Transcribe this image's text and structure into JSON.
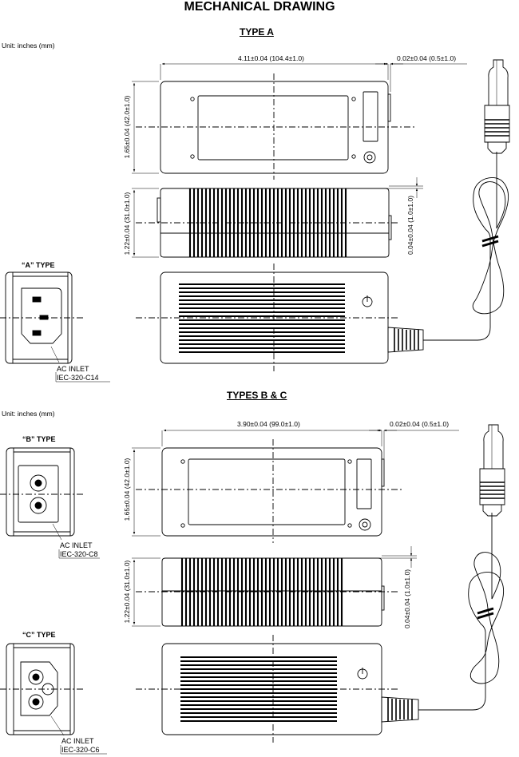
{
  "title": "MECHANICAL DRAWING",
  "section_a": {
    "heading": "TYPE A",
    "unit": "Unit: inches (mm)",
    "length_dim": "4.11±0.04 (104.4±1.0)",
    "offset_dim": "0.02±0.04 (0.5±1.0)",
    "width_dim": "1.65±0.04 (42.0±1.0)",
    "height_dim": "1.22±0.04 (31.0±1.0)",
    "side_offset_dim": "0.04±0.04 (1.0±1.0)",
    "inlet_type": "“A” TYPE",
    "inlet_line1": "AC INLET",
    "inlet_line2": "IEC-320-C14"
  },
  "section_bc": {
    "heading": "TYPES B & C",
    "unit": "Unit: inches (mm)",
    "length_dim": "3.90±0.04 (99.0±1.0)",
    "offset_dim": "0.02±0.04 (0.5±1.0)",
    "width_dim": "1.65±0.04 (42.0±1.0)",
    "height_dim": "1.22±0.04 (31.0±1.0)",
    "side_offset_dim": "0.04±0.04 (1.0±1.0)",
    "inlet_b_type": "“B” TYPE",
    "inlet_b_line1": "AC INLET",
    "inlet_b_line2": "IEC-320-C8",
    "inlet_c_type": "“C” TYPE",
    "inlet_c_line1": "AC INLET",
    "inlet_c_line2": "IEC-320-C6"
  }
}
